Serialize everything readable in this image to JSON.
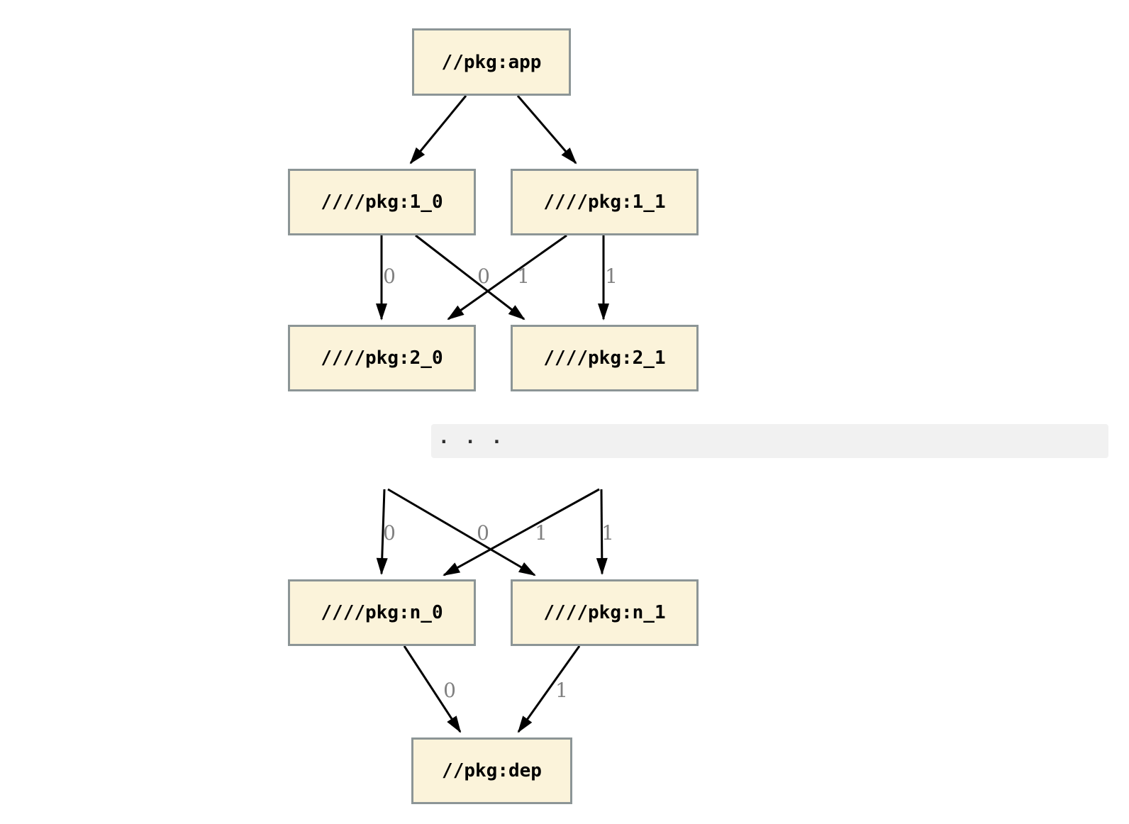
{
  "palette": {
    "node_fill": "#FBF3DA",
    "node_border": "#8C9596",
    "edge_color": "#000000",
    "edge_label_color": "#808080",
    "ellipsis_bg": "#F1F1F1"
  },
  "graph_top": {
    "nodes": [
      {
        "id": "app",
        "label": "//pkg:app"
      },
      {
        "id": "1_0",
        "label": "////pkg:1_0"
      },
      {
        "id": "1_1",
        "label": "////pkg:1_1"
      },
      {
        "id": "2_0",
        "label": "////pkg:2_0"
      },
      {
        "id": "2_1",
        "label": "////pkg:2_1"
      }
    ],
    "edges": [
      {
        "from": "app",
        "to": "1_0",
        "label": ""
      },
      {
        "from": "app",
        "to": "1_1",
        "label": ""
      },
      {
        "from": "1_0",
        "to": "2_0",
        "label": "0"
      },
      {
        "from": "1_1",
        "to": "2_0",
        "label": "0"
      },
      {
        "from": "1_0",
        "to": "2_1",
        "label": "1"
      },
      {
        "from": "1_1",
        "to": "2_1",
        "label": "1"
      }
    ]
  },
  "ellipsis": {
    "text": ". . ."
  },
  "graph_bottom": {
    "nodes": [
      {
        "id": "n_0",
        "label": "////pkg:n_0"
      },
      {
        "id": "n_1",
        "label": "////pkg:n_1"
      },
      {
        "id": "dep",
        "label": "//pkg:dep"
      }
    ],
    "edges": [
      {
        "from": "...",
        "to": "n_0",
        "label": "0"
      },
      {
        "from": "...",
        "to": "n_0",
        "label": "0"
      },
      {
        "from": "...",
        "to": "n_1",
        "label": "1"
      },
      {
        "from": "...",
        "to": "n_1",
        "label": "1"
      },
      {
        "from": "n_0",
        "to": "dep",
        "label": "0"
      },
      {
        "from": "n_1",
        "to": "dep",
        "label": "1"
      }
    ]
  }
}
